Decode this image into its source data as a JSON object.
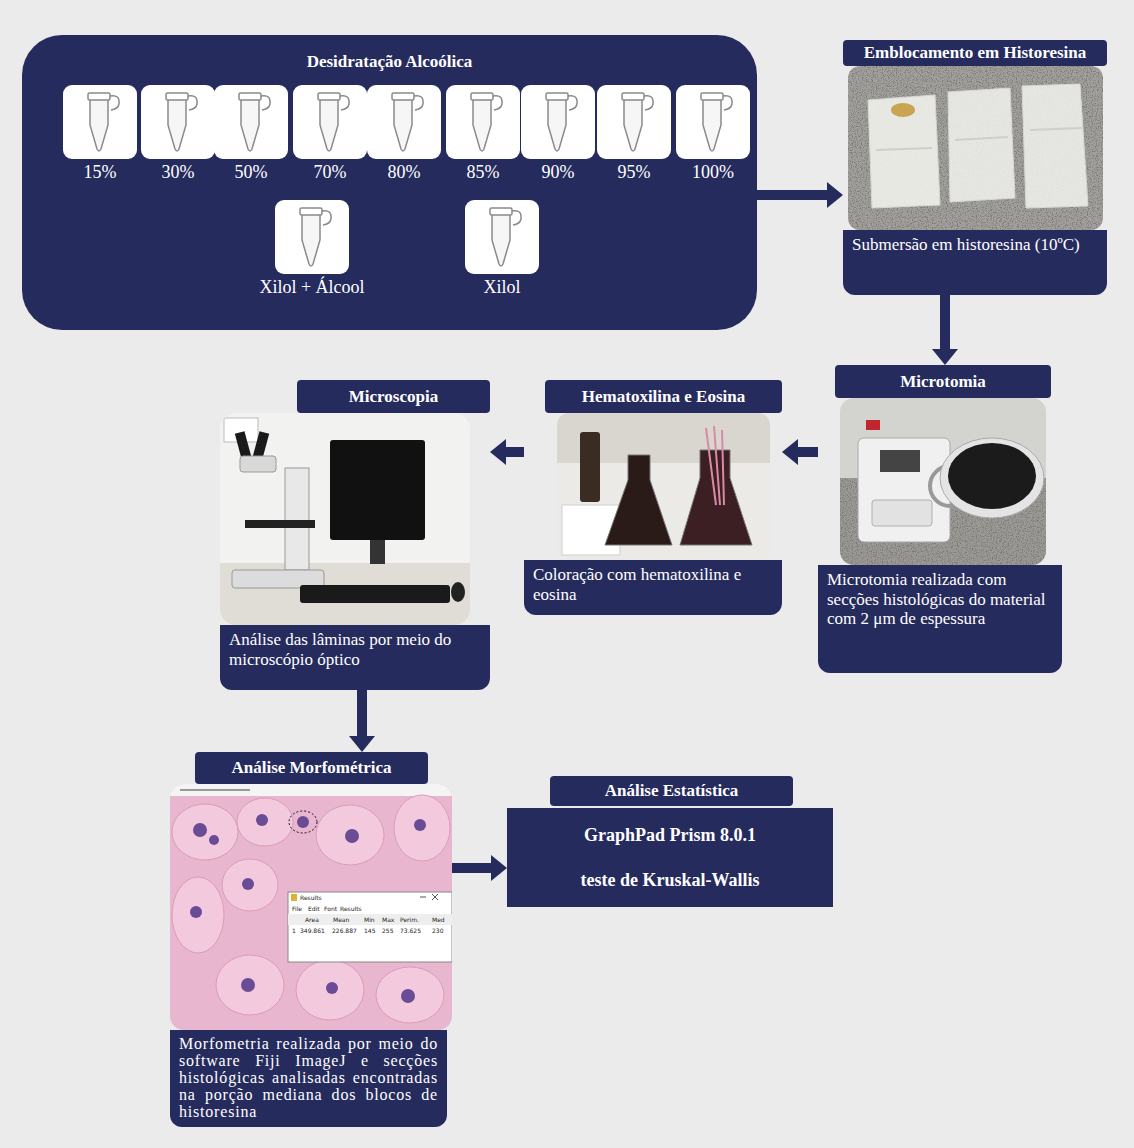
{
  "diagram": {
    "nodes": [
      {
        "text": [
          "Desidratação Alcoólica"
        ]
      },
      {
        "text": [
          "15%"
        ],
        "in": 0
      },
      {
        "text": [
          "30%"
        ],
        "in": 0
      },
      {
        "text": [
          "50%"
        ],
        "in": 0
      },
      {
        "text": [
          "70%"
        ],
        "in": 0
      },
      {
        "text": [
          "80%"
        ],
        "in": 0
      },
      {
        "text": [
          "85%"
        ],
        "in": 0
      },
      {
        "text": [
          "90%"
        ],
        "in": 0
      },
      {
        "text": [
          "95%"
        ],
        "in": 0
      },
      {
        "text": [
          "100%"
        ],
        "in": 0
      },
      {
        "text": [
          "Xilol + Álcool"
        ],
        "in": 0
      },
      {
        "text": [
          "Xilol"
        ],
        "in": 0
      },
      {
        "text": [
          "Emblocamento em Historesina",
          "Submersão em historesina (10ºC)"
        ]
      },
      {
        "text": [
          "Microscopia",
          "Análise das lâminas por meio do microscópio óptico"
        ]
      },
      {
        "text": [
          "Hematoxilina e Eosina",
          "Coloração com hematoxilina e eosina"
        ]
      },
      {
        "text": [
          "Microtomia",
          "Microtomia realizada com secções histológicas do material com 2 μm de espessura"
        ]
      },
      {
        "text": [
          "Análise Morfométrica",
          "Morfometria realizada por meio do software Fiji ImageJ e secções histológicas analisadas encontradas na porção mediana dos blocos de historesina"
        ]
      },
      {
        "text": [
          "Análise Estatística",
          "GraphPad Prism 8.0.1",
          "teste de Kruskal-Wallis"
        ]
      }
    ],
    "edges": [
      {
        "from": 0,
        "to": 12,
        "arrow": "to"
      },
      {
        "from": 12,
        "to": 15,
        "arrow": "to"
      },
      {
        "from": 15,
        "to": 14,
        "arrow": "to"
      },
      {
        "from": 14,
        "to": 13,
        "arrow": "to"
      },
      {
        "from": 13,
        "to": 16,
        "arrow": "to"
      },
      {
        "from": 16,
        "to": 17,
        "arrow": "to"
      }
    ],
    "labels": [
      "Results",
      "File",
      "Edit",
      "Font",
      "Results",
      "Area",
      "Mean",
      "Min",
      "Max",
      "Perim.",
      "Med",
      "1",
      "349.861",
      "226.887",
      "145",
      "255",
      "73.625",
      "230"
    ]
  }
}
